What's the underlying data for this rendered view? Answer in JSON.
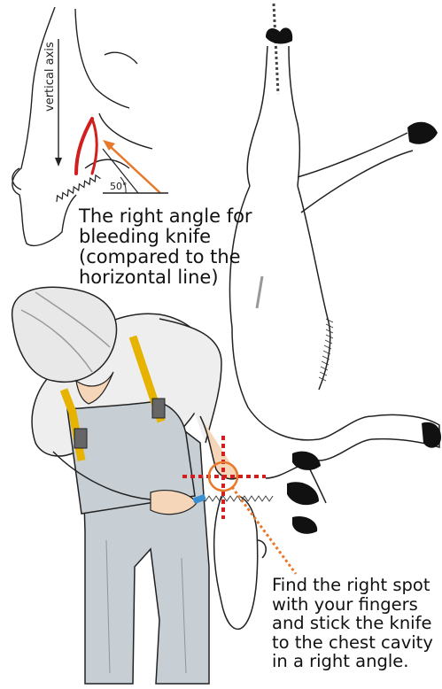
{
  "labels": {
    "vertical_axis": "vertical axis",
    "angle": "50°"
  },
  "captions": {
    "top": [
      "The right angle for",
      "bleeding knife",
      "(compared to the",
      "horizontal line)"
    ],
    "bottom": [
      "Find the right spot",
      "with your fingers",
      "and stick the knife",
      "to the chest cavity",
      "in a right angle."
    ]
  },
  "colors": {
    "outline": "#222222",
    "accent_red": "#d11f1f",
    "accent_orange": "#e8782a",
    "helmet": "#e8e8e8",
    "harness": "#e6b400",
    "apron": "#c7ced4",
    "skin": "#f6d6b8",
    "hoof": "#111111"
  }
}
